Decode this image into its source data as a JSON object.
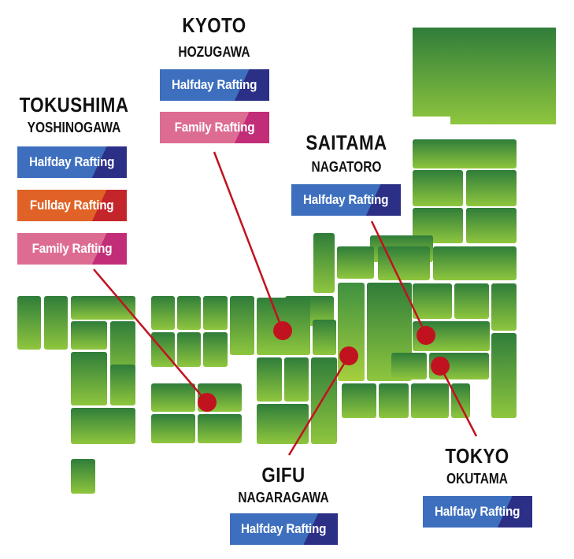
{
  "colors": {
    "tile_dark": "#2f7d3a",
    "tile_light": "#8fc63e",
    "connector": "#c1121f",
    "halfday": "#3d6fbe",
    "fullday": "#e06226",
    "family": "#dd6c93"
  },
  "locations": {
    "kyoto": {
      "name": "KYOTO",
      "river": "HOZUGAWA",
      "courses": [
        "Halfday Rafting",
        "Family Rafting"
      ]
    },
    "tokushima": {
      "name": "TOKUSHIMA",
      "river": "YOSHINOGAWA",
      "courses": [
        "Halfday Rafting",
        "Fullday Rafting",
        "Family Rafting"
      ]
    },
    "saitama": {
      "name": "SAITAMA",
      "river": "NAGATORO",
      "courses": [
        "Halfday Rafting"
      ]
    },
    "gifu": {
      "name": "GIFU",
      "river": "NAGARAGAWA",
      "courses": [
        "Halfday Rafting"
      ]
    },
    "tokyo": {
      "name": "TOKYO",
      "river": "OKUTAMA",
      "courses": [
        "Halfday Rafting"
      ]
    }
  }
}
